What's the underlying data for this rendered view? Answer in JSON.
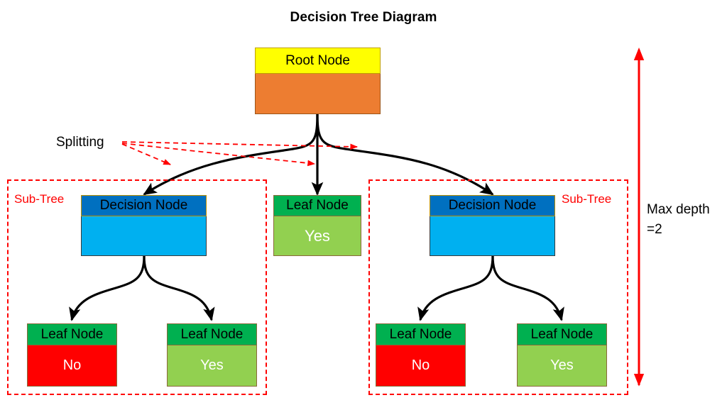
{
  "diagram": {
    "title": "Decision Tree Diagram",
    "colors": {
      "root_header": "#FFFF00",
      "root_body": "#ED7D31",
      "decision_header": "#0070C0",
      "decision_body": "#00B0F0",
      "leaf_header": "#00B050",
      "leaf_yes": "#92D050",
      "leaf_no": "#FF0000",
      "annotation": "#FF0000",
      "edge": "#000000",
      "text": "#000000"
    },
    "nodes": {
      "root": {
        "header": "Root Node",
        "body": ""
      },
      "decision_left": {
        "header": "Decision Node",
        "body": ""
      },
      "decision_right": {
        "header": "Decision Node",
        "body": ""
      },
      "leaf_center": {
        "header": "Leaf Node",
        "body": "Yes"
      },
      "leaf_left_1": {
        "header": "Leaf Node",
        "body": "No"
      },
      "leaf_left_2": {
        "header": "Leaf Node",
        "body": "Yes"
      },
      "leaf_right_1": {
        "header": "Leaf Node",
        "body": "No"
      },
      "leaf_right_2": {
        "header": "Leaf Node",
        "body": "Yes"
      }
    },
    "annotations": {
      "splitting": "Splitting",
      "subtree_left": "Sub-Tree",
      "subtree_right": "Sub-Tree",
      "max_depth_line1": "Max depth",
      "max_depth_line2": "=2"
    }
  }
}
